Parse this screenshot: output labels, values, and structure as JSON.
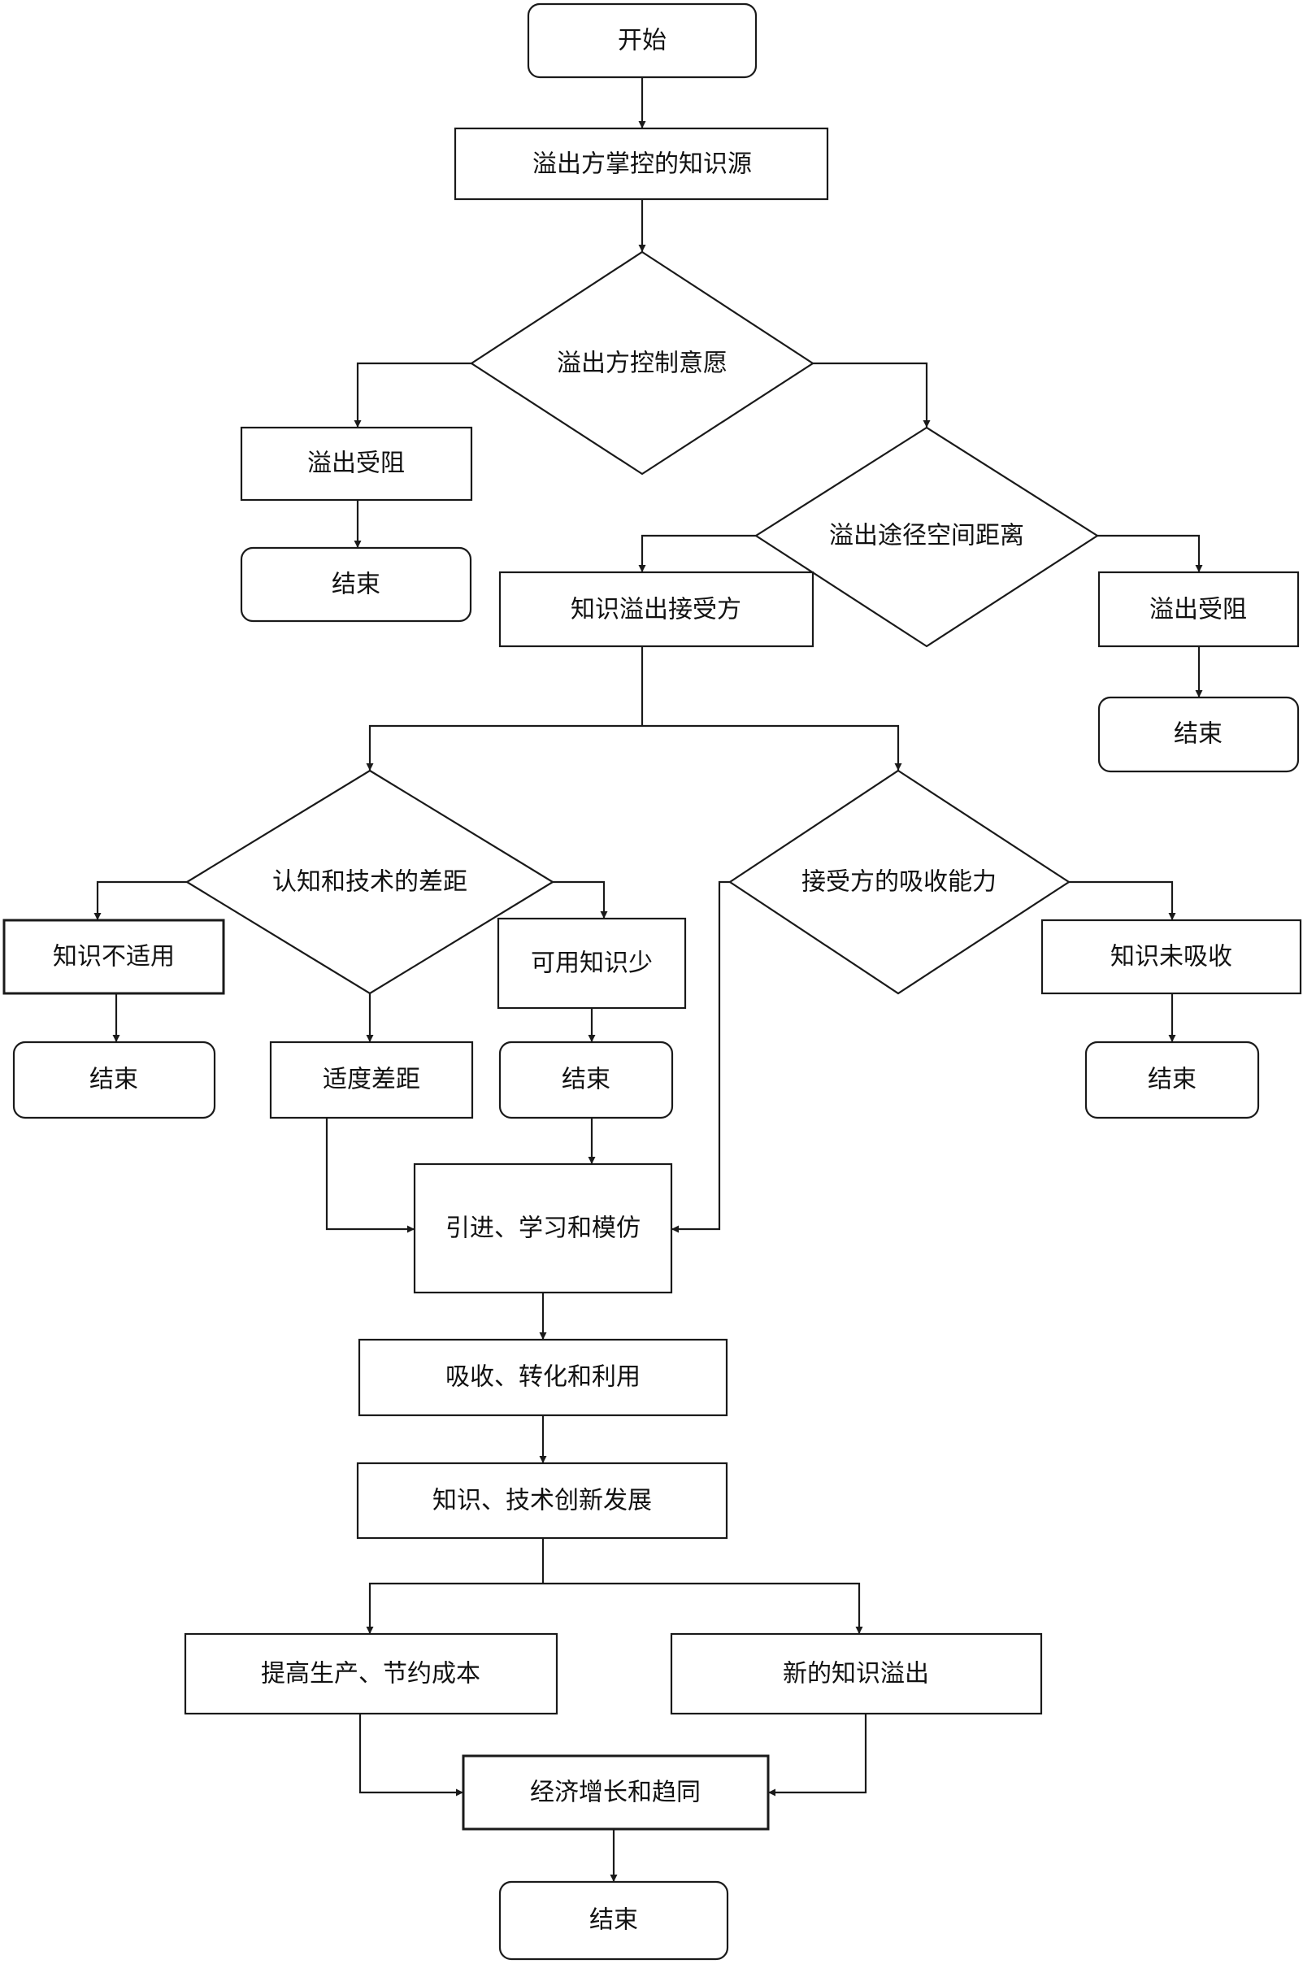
{
  "nodes": {
    "start": "开始",
    "source": "溢出方掌控的知识源",
    "d_will": "溢出方控制意愿",
    "blocked1": "溢出受阻",
    "end1": "结束",
    "d_distance": "溢出途径空间距离",
    "receiver": "知识溢出接受方",
    "blocked2": "溢出受阻",
    "end2": "结束",
    "d_gap": "认知和技术的差距",
    "d_absorb": "接受方的吸收能力",
    "not_applicable": "知识不适用",
    "less_usable": "可用知识少",
    "not_absorbed": "知识未吸收",
    "end3": "结束",
    "moderate_gap": "适度差距",
    "end4": "结束",
    "end5": "结束",
    "imitate": "引进、学习和模仿",
    "absorb_use": "吸收、转化和利用",
    "innovate": "知识、技术创新发展",
    "productivity": "提高生产、节约成本",
    "new_spill": "新的知识溢出",
    "growth": "经济增长和趋同",
    "end_final": "结束"
  }
}
